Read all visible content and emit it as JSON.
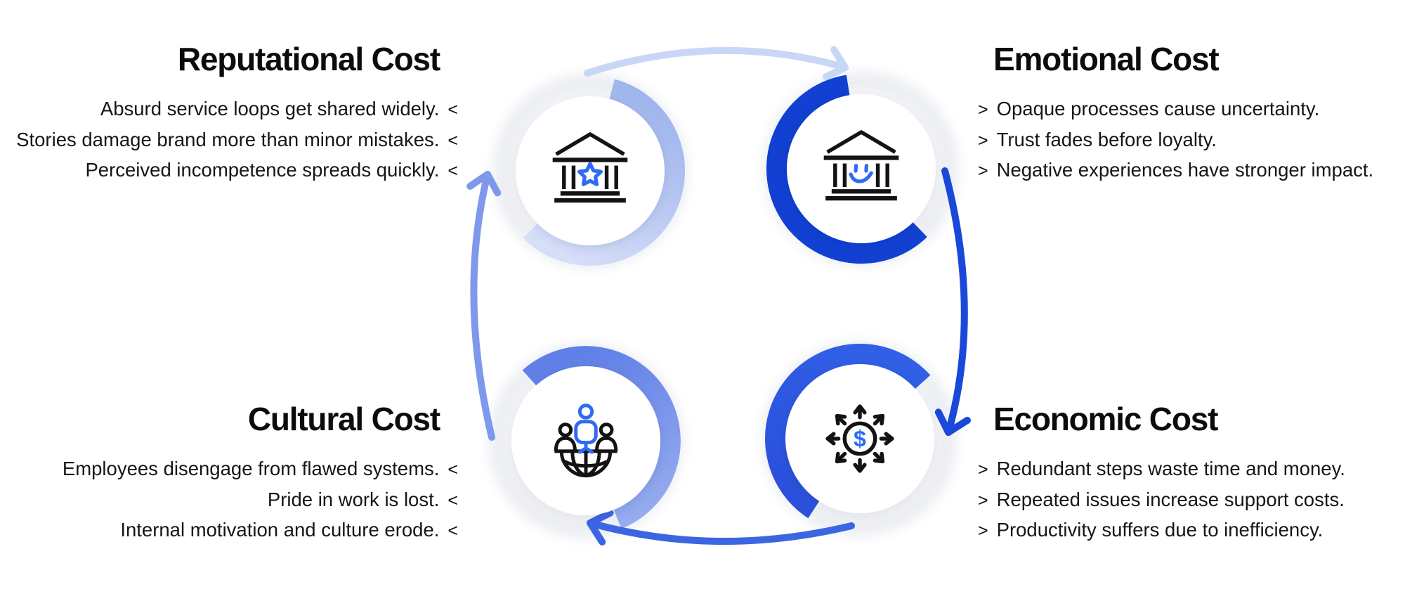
{
  "figure": {
    "type": "cycle-diagram"
  },
  "sections": {
    "reputational": {
      "title": "Reputational Cost",
      "chevron": "<",
      "bullets": [
        "Absurd service loops get shared widely.",
        "Stories damage brand more than minor mistakes.",
        "Perceived incompetence spreads quickly."
      ]
    },
    "emotional": {
      "title": "Emotional Cost",
      "chevron": ">",
      "bullets": [
        "Opaque processes cause uncertainty.",
        "Trust fades before loyalty.",
        "Negative experiences have stronger impact."
      ]
    },
    "cultural": {
      "title": "Cultural Cost",
      "chevron": "<",
      "bullets": [
        "Employees disengage from flawed systems.",
        "Pride in work is lost.",
        "Internal motivation and culture erode."
      ]
    },
    "economic": {
      "title": "Economic Cost",
      "chevron": ">",
      "bullets": [
        "Redundant steps waste time and money.",
        "Repeated issues increase support costs.",
        "Productivity suffers due to inefficiency."
      ]
    }
  },
  "diagram": {
    "nodes": [
      {
        "id": "reputational",
        "icon": "bank-star-icon"
      },
      {
        "id": "emotional",
        "icon": "bank-smile-icon"
      },
      {
        "id": "economic",
        "icon": "dollar-flow-icon"
      },
      {
        "id": "cultural",
        "icon": "globe-team-icon"
      }
    ],
    "cycle_order": [
      "reputational",
      "emotional",
      "economic",
      "cultural"
    ],
    "dollar_glyph": "$"
  },
  "colors": {
    "arc_reputational": "#aebff0",
    "arc_emotional": "#1140d2",
    "arc_cultural": "#6d8ae9",
    "arc_economic": "#2c58e2",
    "arrow_top": "#c9d7f6",
    "arrow_right": "#1a49d9",
    "arrow_bottom": "#3c66e1",
    "arrow_left": "#7e99ec",
    "icon_ink": "#131313",
    "icon_accent": "#2e6bf4",
    "heading_ink": "#0c0c0c",
    "body_ink": "#161616"
  }
}
